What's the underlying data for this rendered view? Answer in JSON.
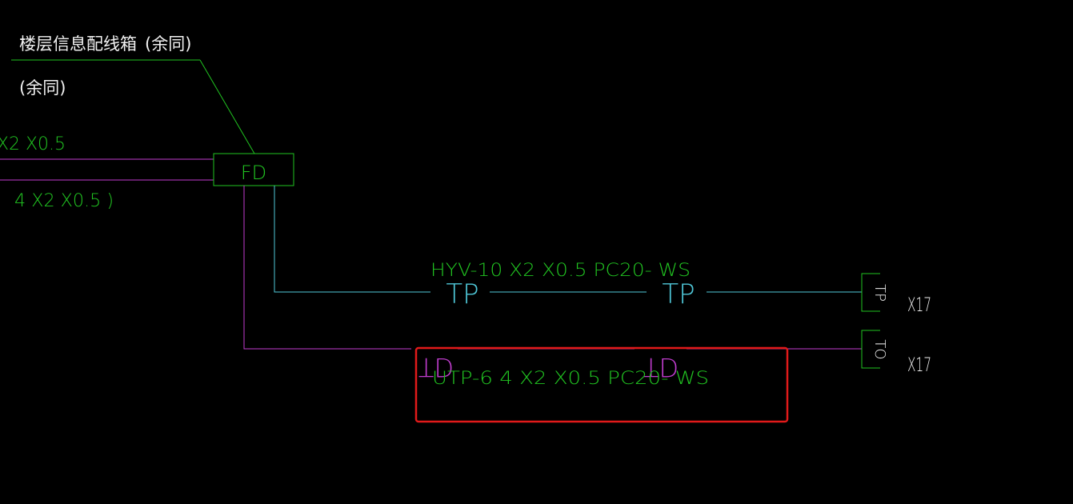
{
  "colors": {
    "background": "#000000",
    "green": "#21c421",
    "green_label": "#2fd02f",
    "cyan": "#4fc7d8",
    "magenta": "#c23dd0",
    "white": "#f2f2f2",
    "highlight_red": "#e11a1a"
  },
  "labels": {
    "floor_box_title": "楼层信息配线箱",
    "same_below_1": "(余同)",
    "same_below_2": "(余同)",
    "cable_top_left": "X2 X0.5",
    "cable_bottom_left": "4 X2 X0.5 )",
    "fd_box": "FD",
    "tp_cable": "HYV-10 X2 X0.5  PC20- WS",
    "tp_tag_1": "TP",
    "tp_tag_2": "TP",
    "td_tag_1": "TD",
    "td_tag_2": "TD",
    "td_cable": "UTP-6  4 X2 X0.5  PC20- WS",
    "outlet_tp": "TP",
    "outlet_to": "TO",
    "count_tp": "X17",
    "count_to": "X17"
  }
}
